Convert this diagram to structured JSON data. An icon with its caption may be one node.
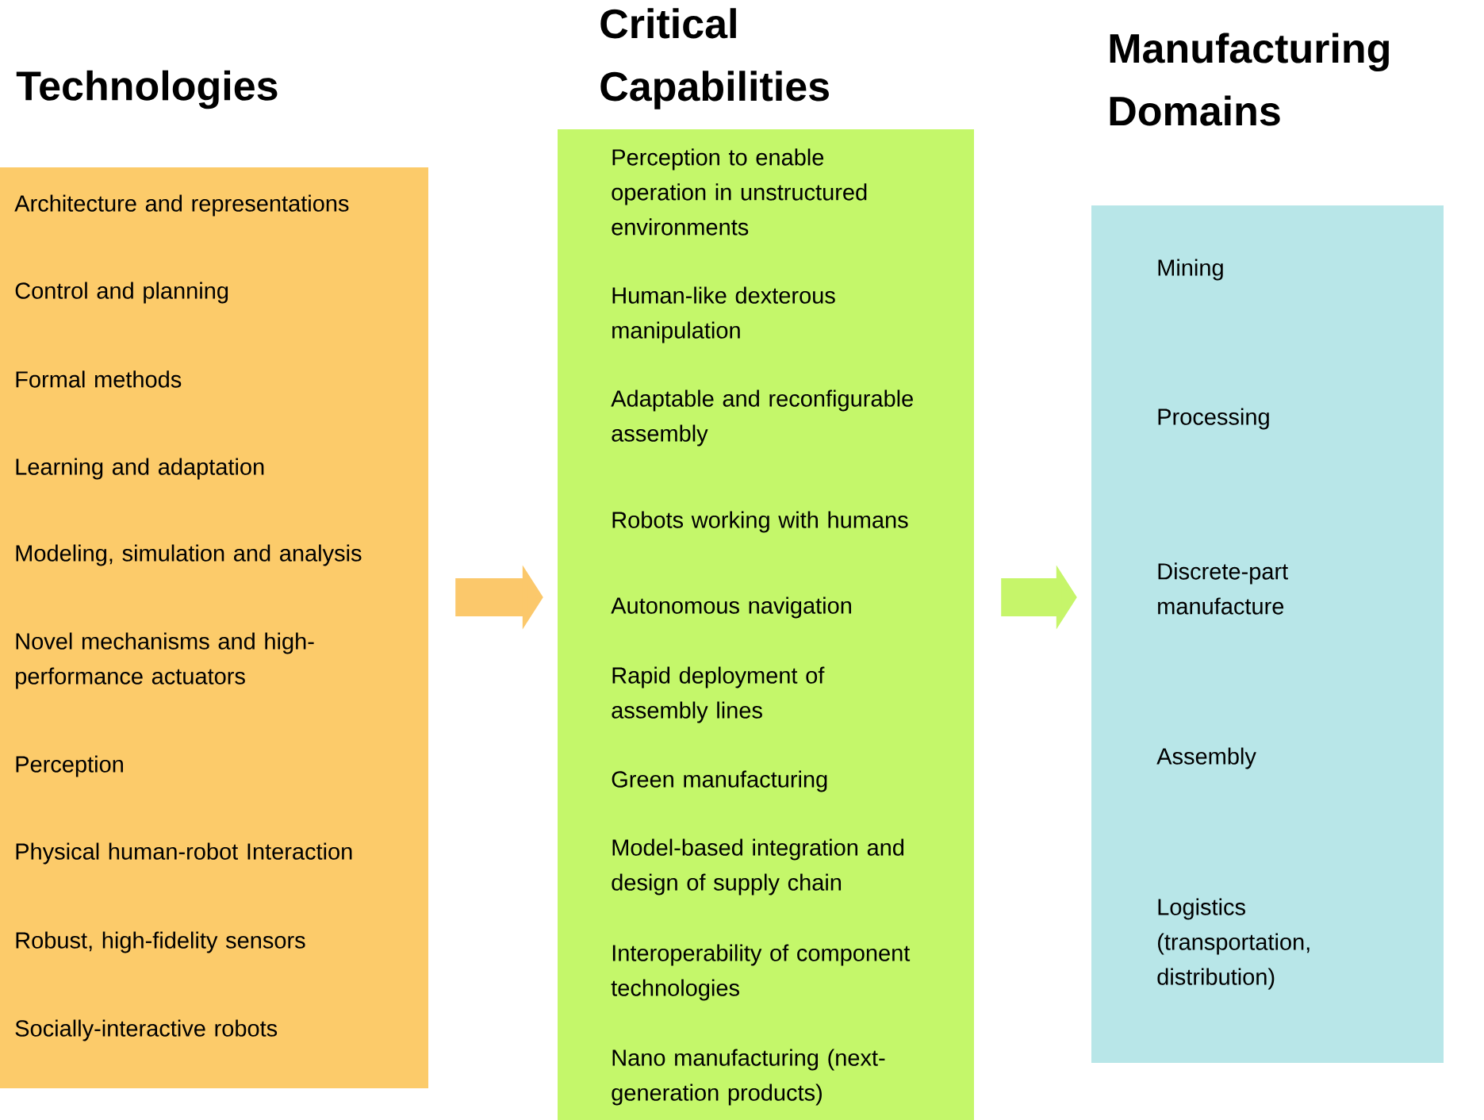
{
  "diagram": {
    "nodes": [
      {
        "text": [
          "Technologies",
          "Architecture and representations",
          "Control and planning",
          "Formal methods",
          "Learning and adaptation",
          "Modeling, simulation and analysis",
          "Novel mechanisms and high-performance actuators",
          "Perception",
          "Physical human-robot Interaction",
          "Robust, high-fidelity sensors",
          "Socially-interactive robots"
        ]
      },
      {
        "text": [
          "Critical Capabilities",
          "Perception to enable operation in unstructured environments",
          "Human-like dexterous manipulation",
          "Adaptable and reconfigurable assembly",
          "Robots working with humans",
          "Autonomous navigation",
          "Rapid deployment of assembly lines",
          "Green manufacturing",
          "Model-based integration and design of supply chain",
          "Interoperability of component technologies",
          "Nano manufacturing (next-generation products)"
        ]
      },
      {
        "text": [
          "Manufacturing Domains",
          "Mining",
          "Processing",
          "Discrete-part manufacture",
          "Assembly",
          "Logistics (transportation, distribution)"
        ]
      }
    ],
    "edges": [
      {
        "from": 0,
        "to": 1,
        "arrow": "to",
        "color": "#fbc86b"
      },
      {
        "from": 1,
        "to": 2,
        "arrow": "to",
        "color": "#c6f56a"
      }
    ]
  }
}
